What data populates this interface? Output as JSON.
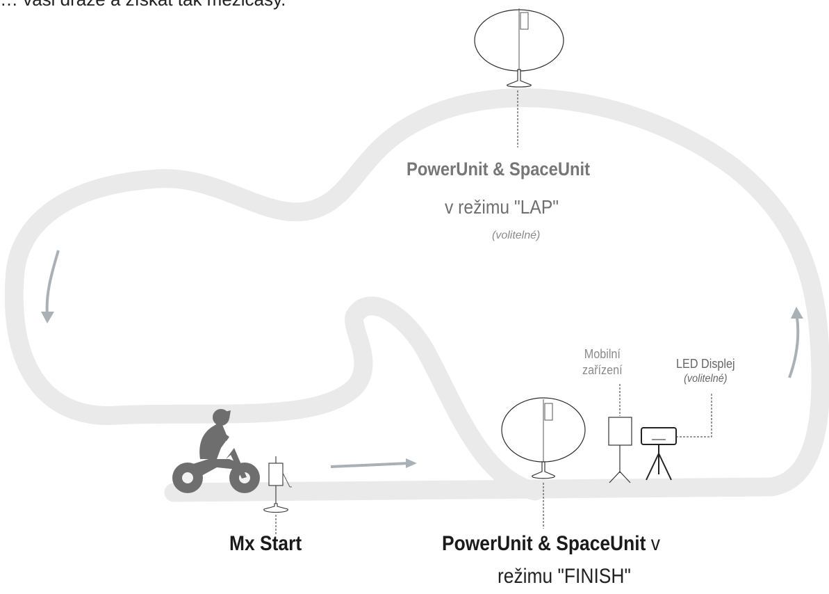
{
  "intro_text": "… vaši dráze a získat tak mezičasy.",
  "lap": {
    "title": "PowerUnit & SpaceUnit",
    "mode": "v režimu \"LAP\"",
    "optional": "(volitelné)"
  },
  "mobile": {
    "line1": "Mobilní",
    "line2": "zařízení"
  },
  "led": {
    "line1": "LED Displej",
    "optional": "(volitelné)"
  },
  "start": {
    "label": "Mx Start"
  },
  "finish": {
    "title": "PowerUnit & SpaceUnit",
    "title_suffix": " v",
    "mode": "režimu \"FINISH\""
  },
  "colors": {
    "track": "#eaeaea",
    "arrow": "#a9b1b6",
    "rider": "#6e6e6e",
    "dashed_line": "#333333"
  },
  "icons": [
    "motocross-rider-icon",
    "timing-gate-icon",
    "mobile-tripod-icon",
    "led-display-tripod-icon",
    "direction-arrow-icon"
  ]
}
